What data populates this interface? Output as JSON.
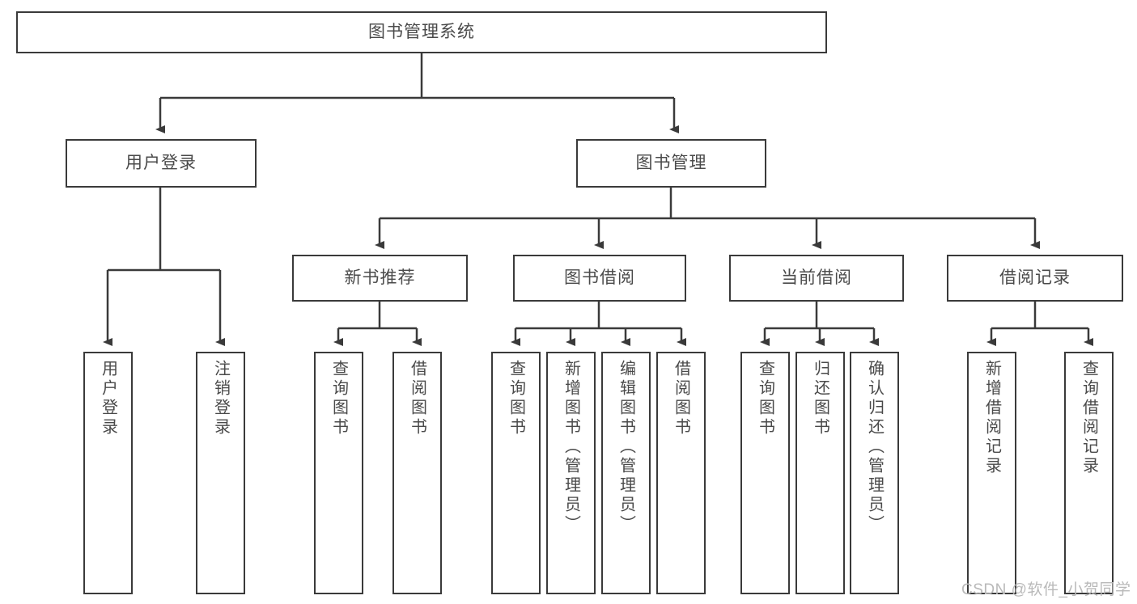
{
  "diagram": {
    "type": "tree",
    "title": "图书管理系统",
    "watermark": "CSDN @软件_小贺同学",
    "colors": {
      "stroke": "#3a3a3a",
      "text": "#4a4a4a",
      "background": "#ffffff",
      "watermark": "#b9b9b9"
    },
    "root": {
      "label": "图书管理系统"
    },
    "level1": [
      {
        "label": "用户登录"
      },
      {
        "label": "图书管理"
      }
    ],
    "level2": [
      {
        "label": "新书推荐"
      },
      {
        "label": "图书借阅"
      },
      {
        "label": "当前借阅"
      },
      {
        "label": "借阅记录"
      }
    ],
    "leaves": {
      "user_login": [
        {
          "label": "用户登录"
        },
        {
          "label": "注销登录"
        }
      ],
      "new_book_recommend": [
        {
          "label": "查询图书"
        },
        {
          "label": "借阅图书"
        }
      ],
      "book_borrow": [
        {
          "label": "查询图书"
        },
        {
          "label": "新增图书（管理员）"
        },
        {
          "label": "编辑图书（管理员）"
        },
        {
          "label": "借阅图书"
        }
      ],
      "current_borrow": [
        {
          "label": "查询图书"
        },
        {
          "label": "归还图书"
        },
        {
          "label": "确认归还（管理员）"
        }
      ],
      "borrow_record": [
        {
          "label": "新增借阅记录"
        },
        {
          "label": "查询借阅记录"
        }
      ]
    }
  }
}
